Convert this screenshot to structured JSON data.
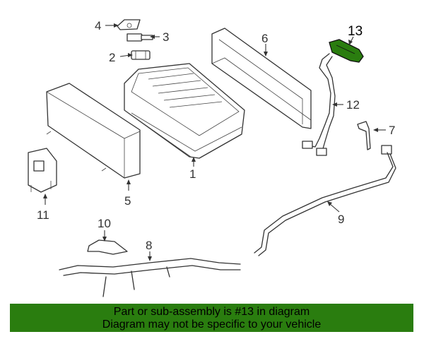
{
  "callouts": {
    "c1": "1",
    "c2": "2",
    "c3": "3",
    "c4": "4",
    "c5": "5",
    "c6": "6",
    "c7": "7",
    "c8": "8",
    "c9": "9",
    "c10": "10",
    "c11": "11",
    "c12": "12",
    "c13": "13"
  },
  "highlight_part": "13",
  "colors": {
    "banner": "#2a7d0f",
    "highlight_part": "#2a7d0f",
    "lines": "#333333"
  },
  "banner": {
    "line1": "Part or sub-assembly is #13 in diagram",
    "line2": "Diagram may not be specific to your vehicle"
  }
}
